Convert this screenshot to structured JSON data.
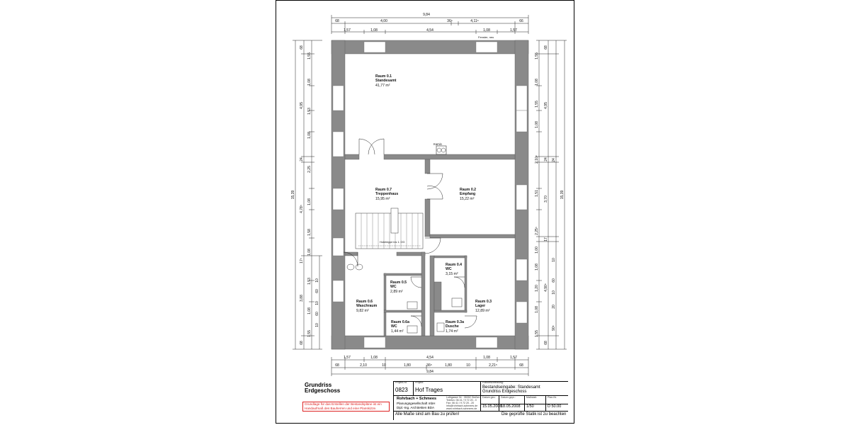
{
  "dimensions": {
    "top": {
      "overall": "9,84",
      "row1": [
        "68",
        "4,00",
        "36⁵",
        "4,11⁵",
        "66"
      ],
      "row2": [
        "1,57",
        "1,08",
        "4,54",
        "1,08",
        "1,57"
      ],
      "note": "Fenster, neu"
    },
    "bottom": {
      "row1": [
        "1,57",
        "1,08",
        "4,54",
        "1,08",
        "1,57"
      ],
      "row2": [
        "68",
        "2,10",
        "10",
        "1,80",
        "36⁵",
        "1,80",
        "10",
        "2,21⁵",
        "68"
      ],
      "overall": "9,84"
    },
    "left": {
      "overall": "15,39",
      "col1": [
        "68",
        "4,95",
        "24",
        "4,78⁵",
        "17⁵",
        "3,88",
        "68"
      ],
      "col2": [
        "1,55",
        "1,08",
        "1,53",
        "1,08",
        "2,25",
        "1,08",
        "1,58",
        "1,08",
        "1,53",
        "1,08",
        "1,55"
      ],
      "col3": [
        "10",
        "60",
        "10",
        "60",
        "10"
      ]
    },
    "right": {
      "overall": "15,39",
      "col1": [
        "68",
        "4,95",
        "24",
        "3,70",
        "17",
        "4,90⁵",
        "68"
      ],
      "col2": [
        "1,55",
        "1,08",
        "1,55",
        "1,08",
        "2,10⁵",
        "1,51",
        "2,25⁵",
        "1,00",
        "1,08",
        "1,20",
        "1,08",
        "1,55"
      ],
      "col3": [
        "10",
        "60",
        "10",
        "20",
        "90⁵",
        "24"
      ]
    }
  },
  "rooms": [
    {
      "name": "Raum 0.1",
      "use": "Standesamt",
      "area": "41,77 m²"
    },
    {
      "name": "Raum 0.7",
      "use": "Treppenhaus",
      "area": "15,95 m²"
    },
    {
      "name": "Raum 0.2",
      "use": "Empfang",
      "area": "15,22 m²"
    },
    {
      "name": "Raum 0.4",
      "use": "WC",
      "area": "3,15 m²"
    },
    {
      "name": "Raum 0.5",
      "use": "WC",
      "area": "2,89 m²"
    },
    {
      "name": "Raum 0.6",
      "use": "Waschraum",
      "area": "9,82 m²"
    },
    {
      "name": "Raum 0.3",
      "use": "Lager",
      "area": "12,89 m²"
    },
    {
      "name": "Raum 0.6a",
      "use": "WC",
      "area": "1,44 m²"
    },
    {
      "name": "Raum 0.3a",
      "use": "Dusche",
      "area": "1,74 m²"
    }
  ],
  "annotations": {
    "kamin": "Kamin",
    "stair": "Holztreppe ins 1. OG"
  },
  "title_block": {
    "plan_title_line1": "Grundriss",
    "plan_title_line2": "Erdgeschoss",
    "note": "Grundlage für das Erstellen der Bestandspläne ist ein Handaufmaß des Bauherren und eine Planskizze.",
    "project_no_label": "Projekt-Nr.",
    "project_no": "0823",
    "project_label": "Projekt:",
    "project": "Hof Trages",
    "plan_desc_label": "Planbeschreibung:",
    "plan_desc_line1": "Bestandseingabe: Standesamt",
    "plan_desc_line2": "Grundriss Erdgeschoss",
    "office_name": "Rohrbach + Schmees",
    "office_line2": "Planungsgesellschaft mbH",
    "office_line3": "Dipl.-Ing. Architekten BDA",
    "office_address": "Luthgasse 34 · 35392 Gießen",
    "office_tel": "Telefon: 06 41 / 9 72 20 - 0",
    "office_fax": "Fax: 06 41 / 9 72 20 - 20",
    "office_mail": "info@rohrbach-schmees.de",
    "office_web": "www.rohrbach-schmees.de",
    "date_label": "Datum gez.:",
    "date": "15.05.2008",
    "checked_label": "Datum gepr.:",
    "checked": "18.05.2008",
    "scale_label": "Maßstab:",
    "scale": "1/50",
    "planno_label": "Plan-Nr.",
    "planno": "D 50.00",
    "bottom_left": "Alle Maße sind am Bau zu prüfen!",
    "bottom_right": "Die geprüfte Statik ist zu beachten"
  }
}
